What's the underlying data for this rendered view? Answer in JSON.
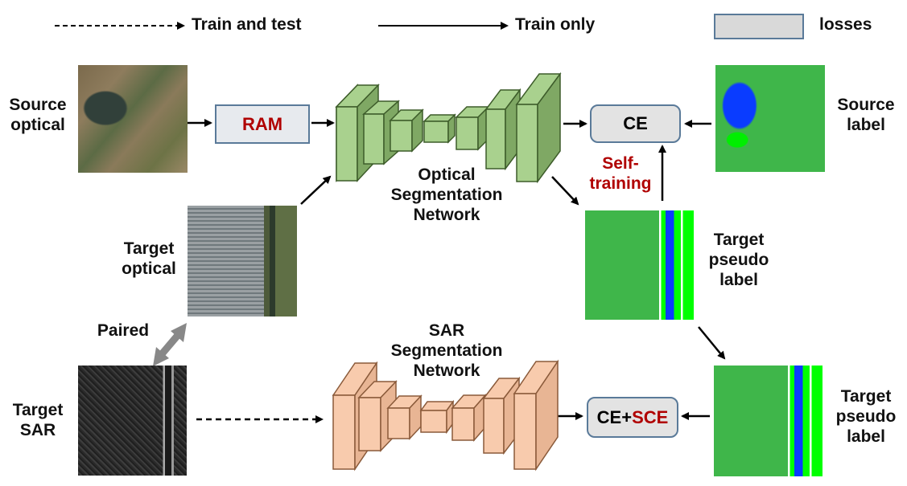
{
  "legend": {
    "dashed_label": "Train and test",
    "solid_label": "Train only",
    "box_label": "losses"
  },
  "labels": {
    "source_optical": [
      "Source",
      "optical"
    ],
    "target_optical": [
      "Target",
      "optical"
    ],
    "target_sar": [
      "Target",
      "SAR"
    ],
    "source_label": [
      "Source",
      "label"
    ],
    "target_pseudo_label_1": [
      "Target",
      "pseudo",
      "label"
    ],
    "target_pseudo_label_2": [
      "Target",
      "pseudo",
      "label"
    ],
    "paired": "Paired",
    "self_training": [
      "Self-",
      "training"
    ],
    "optical_net": [
      "Optical",
      "Segmentation",
      "Network"
    ],
    "sar_net": [
      "SAR",
      "Segmentation",
      "Network"
    ]
  },
  "boxes": {
    "ram": "RAM",
    "ce": "CE",
    "ce_sce_prefix": "CE+",
    "ce_sce_suffix": "SCE"
  },
  "colors": {
    "optical_net": "#a9d18e",
    "sar_net": "#f8cbad",
    "loss_box": "#e3e3e3",
    "highlight": "#b00000"
  }
}
